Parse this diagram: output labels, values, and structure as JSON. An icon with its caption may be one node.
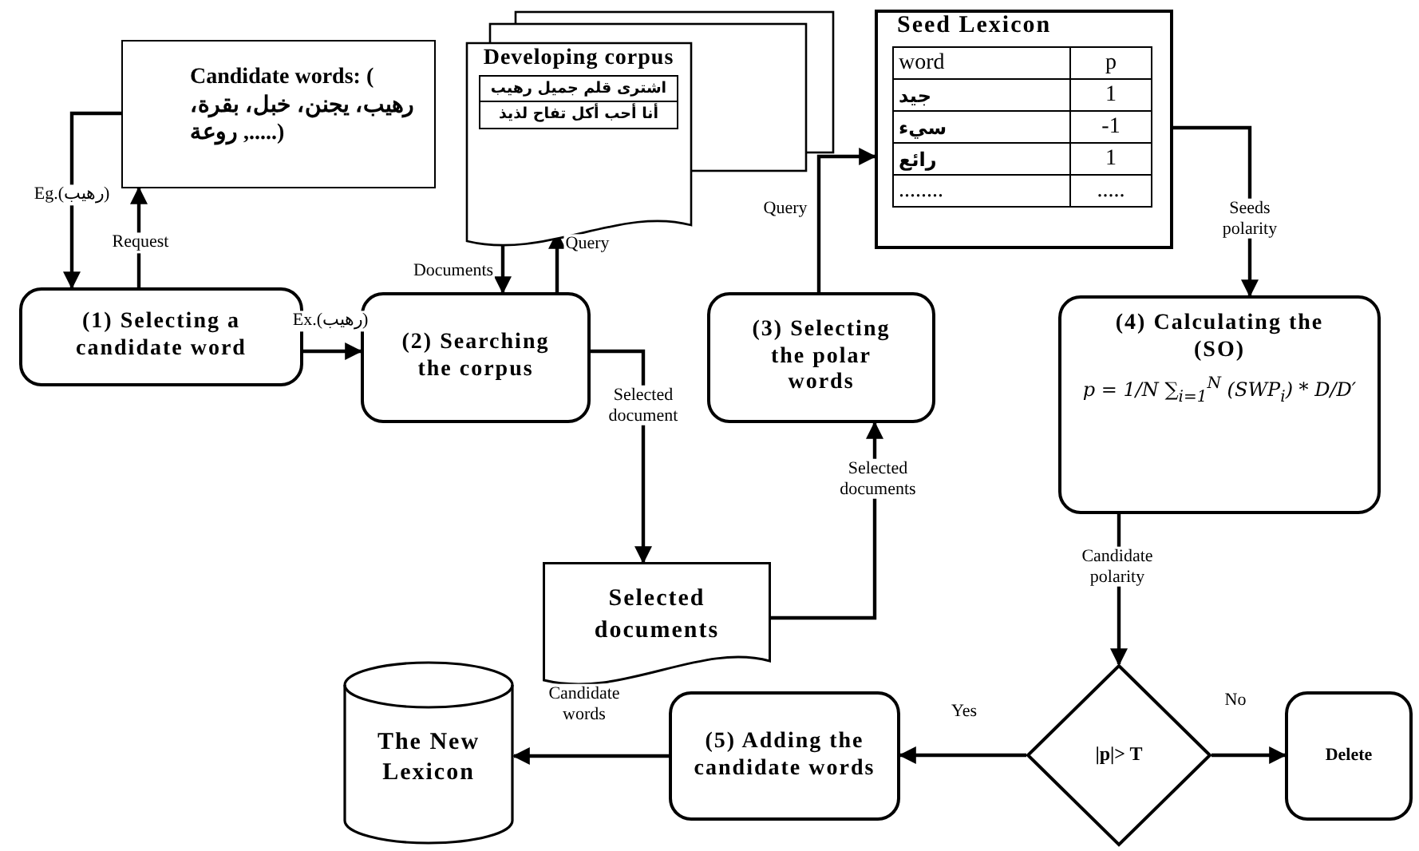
{
  "diagram": {
    "nodes": [
      {
        "text": [
          "(1) Selecting a candidate word"
        ]
      },
      {
        "text": [
          "Candidate words: ( رهيب، يجنن، خبل، بقرة، روعة ,.....)"
        ]
      },
      {
        "text": [
          "Developing corpus",
          "اشترى قلم جميل رهيب",
          "أنا أحب أكل تفاح لذيذ"
        ]
      },
      {
        "text": [
          "(2) Searching the corpus"
        ]
      },
      {
        "text": [
          "Selected documents"
        ]
      },
      {
        "text": [
          "(3) Selecting the polar words"
        ]
      },
      {
        "text": [
          "Seed Lexicon",
          "word",
          "p",
          "جيد",
          "1",
          "سيء",
          "-1",
          "رائع",
          "1",
          "........",
          "....."
        ]
      },
      {
        "text": [
          "(4) Calculating the (SO)",
          "p = 1/N ∑$_{i=1}$$^{N}$ (SWP$_{i}$) * D/D′"
        ]
      },
      {
        "text": [
          "|p|> T"
        ]
      },
      {
        "text": [
          "Delete"
        ]
      },
      {
        "text": [
          "(5) Adding the candidate words"
        ]
      },
      {
        "text": [
          "The New Lexicon"
        ]
      }
    ],
    "edges": [
      {
        "from": 1,
        "to": 0,
        "arrow": "to",
        "label": "Eg.(رهيب)"
      },
      {
        "from": 0,
        "to": 1,
        "arrow": "to",
        "label": "Request"
      },
      {
        "from": 0,
        "to": 3,
        "arrow": "to",
        "label": "Ex.(رهيب)"
      },
      {
        "from": 2,
        "to": 3,
        "arrow": "to",
        "label": "Documents"
      },
      {
        "from": 3,
        "to": 2,
        "arrow": "to",
        "label": "Query"
      },
      {
        "from": 3,
        "to": 4,
        "arrow": "to",
        "label": "Selected document"
      },
      {
        "from": 4,
        "to": 5,
        "arrow": "to",
        "label": "Selected documents"
      },
      {
        "from": 5,
        "to": 6,
        "arrow": "to",
        "label": "Query"
      },
      {
        "from": 6,
        "to": 7,
        "arrow": "to",
        "label": "Seeds polarity"
      },
      {
        "from": 7,
        "to": 8,
        "arrow": "to",
        "label": "Candidate polarity"
      },
      {
        "from": 8,
        "to": 10,
        "arrow": "to",
        "label": "Yes"
      },
      {
        "from": 8,
        "to": 9,
        "arrow": "to",
        "label": "No"
      },
      {
        "from": 10,
        "to": 11,
        "arrow": "to",
        "label": "Candidate words"
      }
    ]
  }
}
